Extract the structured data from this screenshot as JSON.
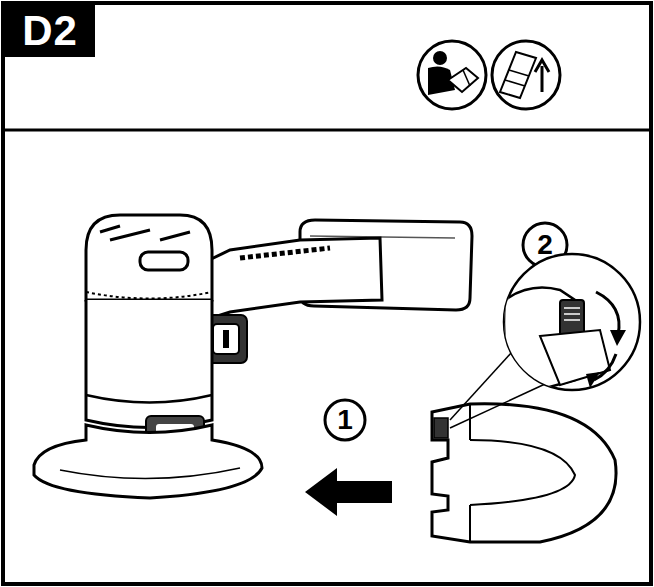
{
  "diagram": {
    "title": "D2",
    "labels": [
      "2",
      "1"
    ]
  }
}
